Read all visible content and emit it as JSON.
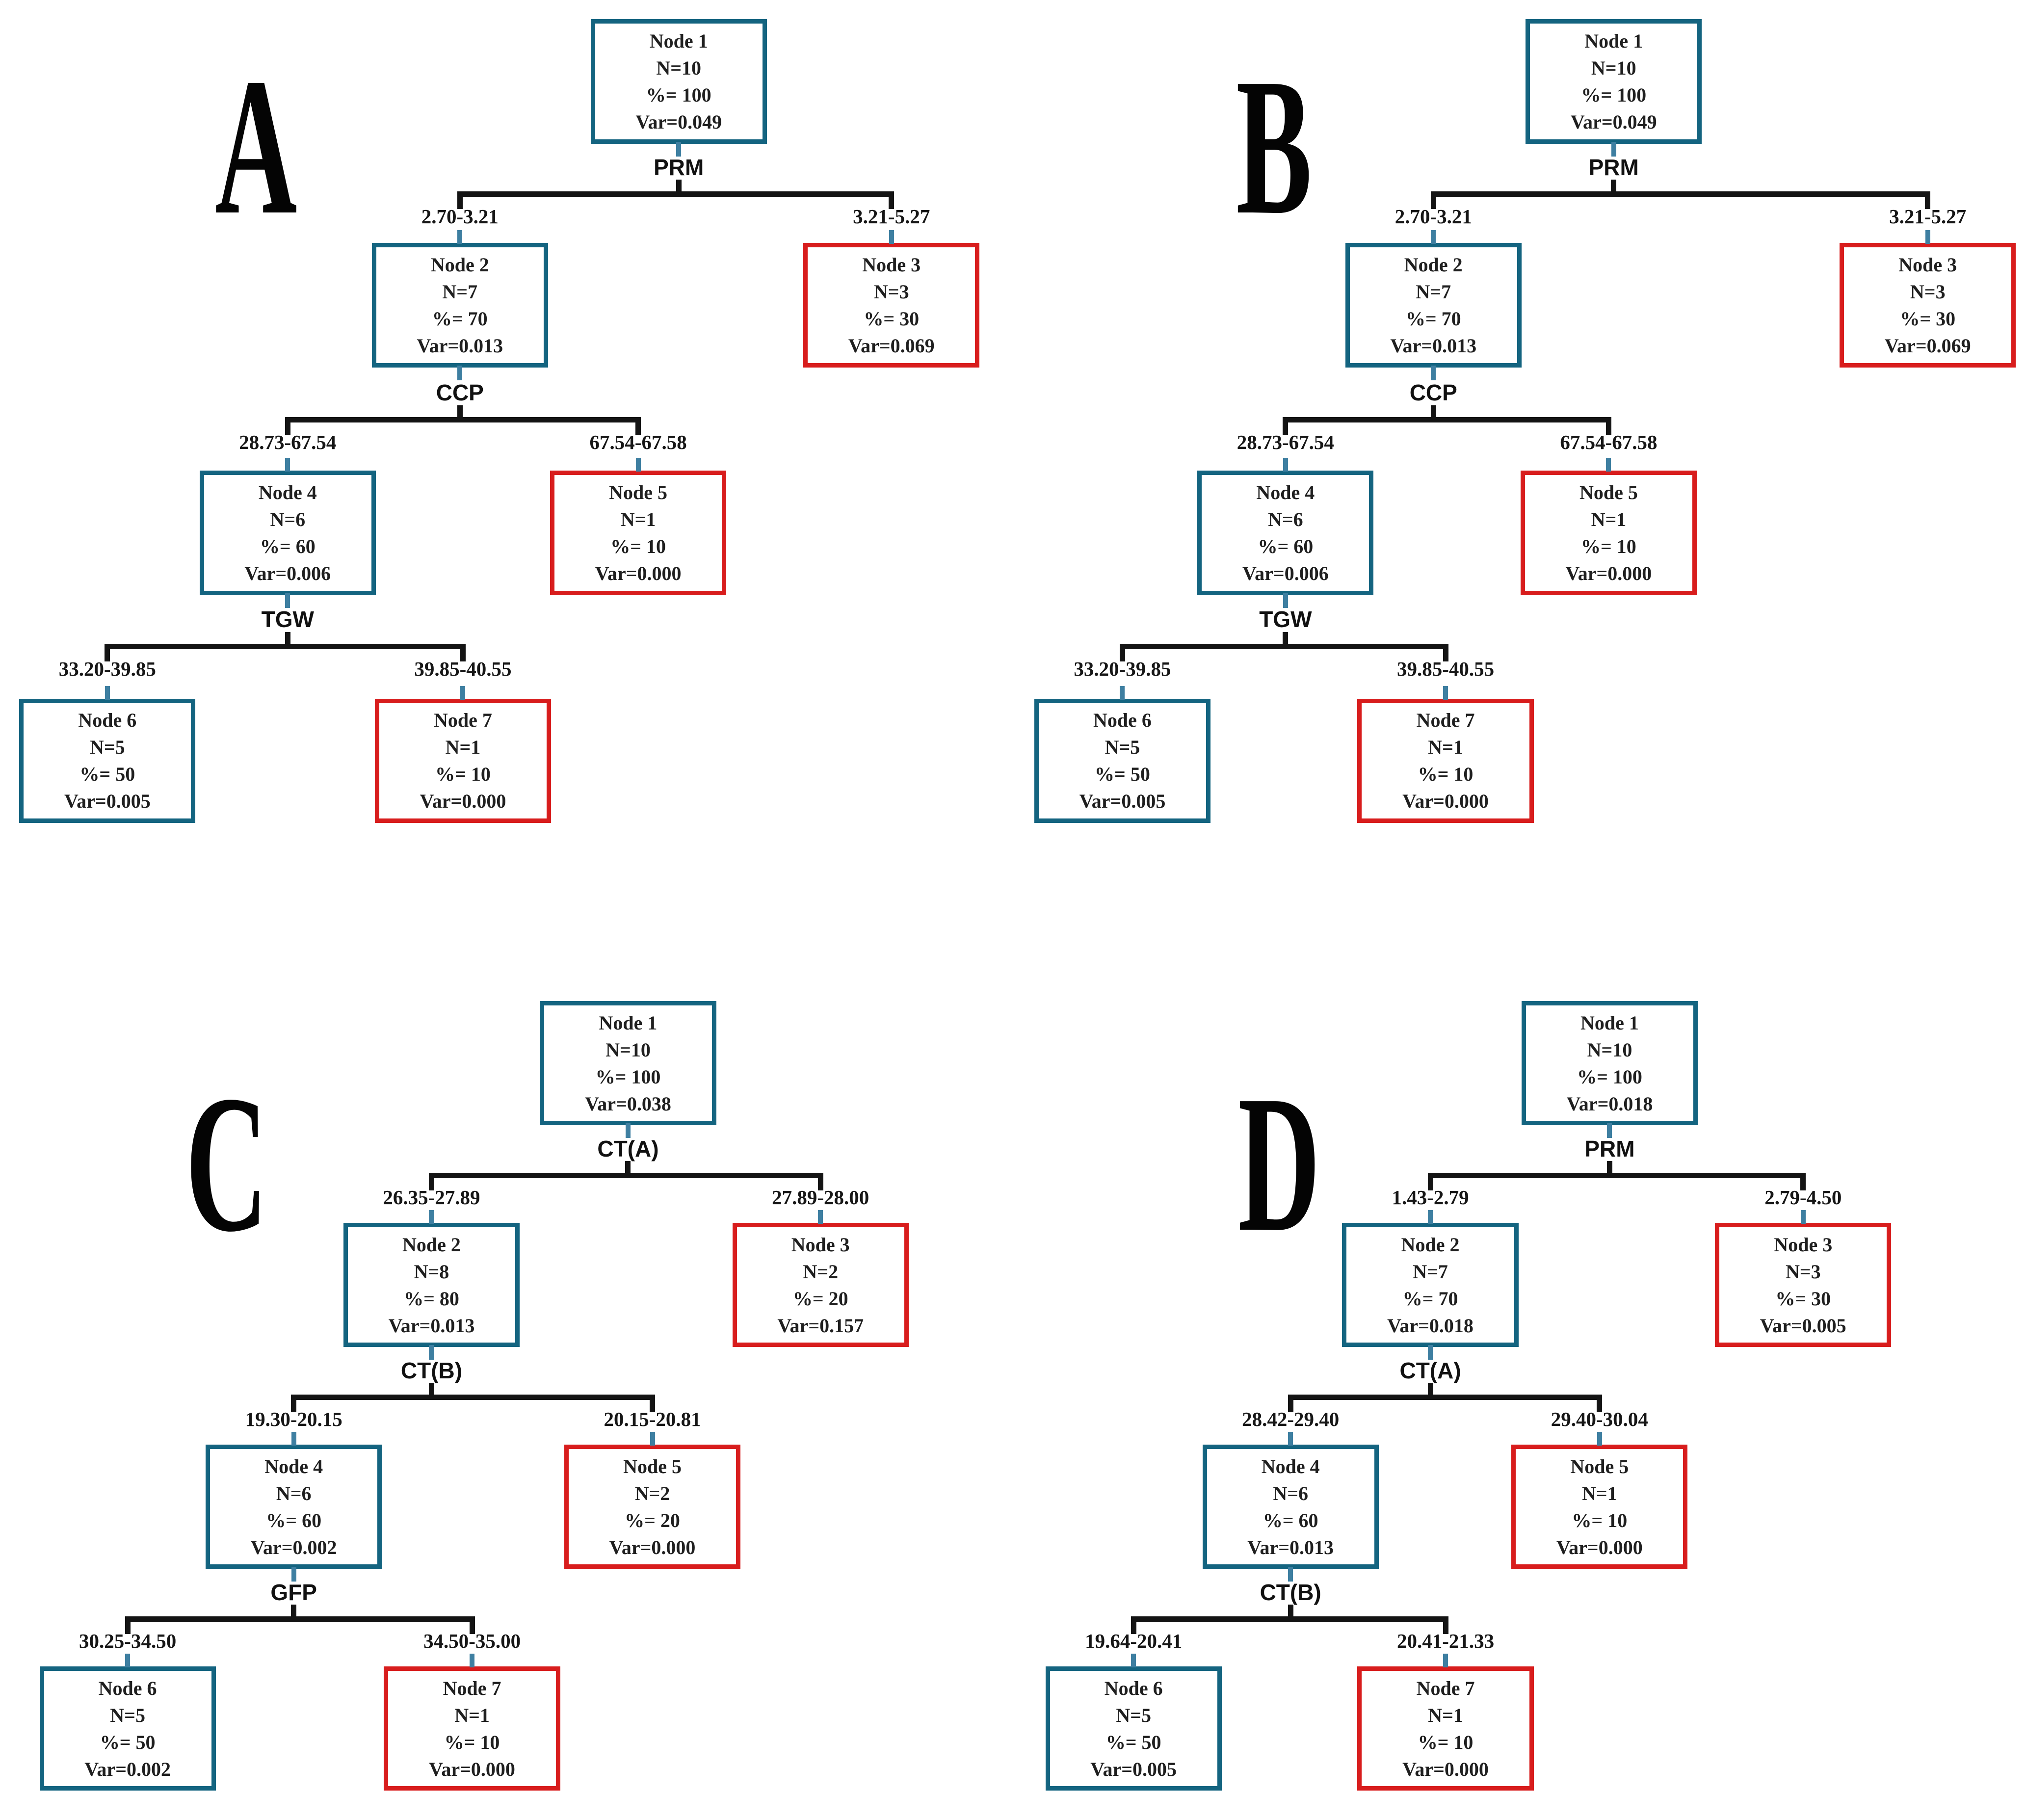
{
  "figure": {
    "colors": {
      "internal_border": "#146480",
      "terminal_border": "#d81d1d",
      "connector_blue": "#3e7fa1",
      "branch_black": "#141414",
      "text": "#1f1f1f",
      "background": "#ffffff"
    },
    "panels": [
      {
        "label": "A",
        "nodes": [
          {
            "type": "internal",
            "lines": [
              "Node 1",
              "N=10",
              "%= 100",
              "Var=0.049"
            ]
          },
          {
            "type": "internal",
            "lines": [
              "Node 2",
              "N=7",
              "%= 70",
              "Var=0.013"
            ]
          },
          {
            "type": "terminal",
            "lines": [
              "Node 3",
              "N=3",
              "%= 30",
              "Var=0.069"
            ]
          },
          {
            "type": "internal",
            "lines": [
              "Node 4",
              "N=6",
              "%= 60",
              "Var=0.006"
            ]
          },
          {
            "type": "terminal",
            "lines": [
              "Node 5",
              "N=1",
              "%= 10",
              "Var=0.000"
            ]
          },
          {
            "type": "internal",
            "lines": [
              "Node 6",
              "N=5",
              "%= 50",
              "Var=0.005"
            ]
          },
          {
            "type": "terminal",
            "lines": [
              "Node 7",
              "N=1",
              "%= 10",
              "Var=0.000"
            ]
          }
        ],
        "splits": [
          {
            "variable": "PRM",
            "left_range": "2.70-3.21",
            "right_range": "3.21-5.27"
          },
          {
            "variable": "CCP",
            "left_range": "28.73-67.54",
            "right_range": "67.54-67.58"
          },
          {
            "variable": "TGW",
            "left_range": "33.20-39.85",
            "right_range": "39.85-40.55"
          }
        ]
      },
      {
        "label": "B",
        "nodes": [
          {
            "type": "internal",
            "lines": [
              "Node 1",
              "N=10",
              "%= 100",
              "Var=0.049"
            ]
          },
          {
            "type": "internal",
            "lines": [
              "Node 2",
              "N=7",
              "%= 70",
              "Var=0.013"
            ]
          },
          {
            "type": "terminal",
            "lines": [
              "Node 3",
              "N=3",
              "%= 30",
              "Var=0.069"
            ]
          },
          {
            "type": "internal",
            "lines": [
              "Node 4",
              "N=6",
              "%= 60",
              "Var=0.006"
            ]
          },
          {
            "type": "terminal",
            "lines": [
              "Node 5",
              "N=1",
              "%= 10",
              "Var=0.000"
            ]
          },
          {
            "type": "internal",
            "lines": [
              "Node 6",
              "N=5",
              "%= 50",
              "Var=0.005"
            ]
          },
          {
            "type": "terminal",
            "lines": [
              "Node 7",
              "N=1",
              "%= 10",
              "Var=0.000"
            ]
          }
        ],
        "splits": [
          {
            "variable": "PRM",
            "left_range": "2.70-3.21",
            "right_range": "3.21-5.27"
          },
          {
            "variable": "CCP",
            "left_range": "28.73-67.54",
            "right_range": "67.54-67.58"
          },
          {
            "variable": "TGW",
            "left_range": "33.20-39.85",
            "right_range": "39.85-40.55"
          }
        ]
      },
      {
        "label": "C",
        "nodes": [
          {
            "type": "internal",
            "lines": [
              "Node 1",
              "N=10",
              "%= 100",
              "Var=0.038"
            ]
          },
          {
            "type": "internal",
            "lines": [
              "Node 2",
              "N=8",
              "%= 80",
              "Var=0.013"
            ]
          },
          {
            "type": "terminal",
            "lines": [
              "Node 3",
              "N=2",
              "%= 20",
              "Var=0.157"
            ]
          },
          {
            "type": "internal",
            "lines": [
              "Node 4",
              "N=6",
              "%= 60",
              "Var=0.002"
            ]
          },
          {
            "type": "terminal",
            "lines": [
              "Node 5",
              "N=2",
              "%= 20",
              "Var=0.000"
            ]
          },
          {
            "type": "internal",
            "lines": [
              "Node 6",
              "N=5",
              "%= 50",
              "Var=0.002"
            ]
          },
          {
            "type": "terminal",
            "lines": [
              "Node 7",
              "N=1",
              "%= 10",
              "Var=0.000"
            ]
          }
        ],
        "splits": [
          {
            "variable": "CT(A)",
            "left_range": "26.35-27.89",
            "right_range": "27.89-28.00"
          },
          {
            "variable": "CT(B)",
            "left_range": "19.30-20.15",
            "right_range": "20.15-20.81"
          },
          {
            "variable": "GFP",
            "left_range": "30.25-34.50",
            "right_range": "34.50-35.00"
          }
        ]
      },
      {
        "label": "D",
        "nodes": [
          {
            "type": "internal",
            "lines": [
              "Node 1",
              "N=10",
              "%= 100",
              "Var=0.018"
            ]
          },
          {
            "type": "internal",
            "lines": [
              "Node 2",
              "N=7",
              "%= 70",
              "Var=0.018"
            ]
          },
          {
            "type": "terminal",
            "lines": [
              "Node 3",
              "N=3",
              "%= 30",
              "Var=0.005"
            ]
          },
          {
            "type": "internal",
            "lines": [
              "Node 4",
              "N=6",
              "%= 60",
              "Var=0.013"
            ]
          },
          {
            "type": "terminal",
            "lines": [
              "Node 5",
              "N=1",
              "%= 10",
              "Var=0.000"
            ]
          },
          {
            "type": "internal",
            "lines": [
              "Node 6",
              "N=5",
              "%= 50",
              "Var=0.005"
            ]
          },
          {
            "type": "terminal",
            "lines": [
              "Node 7",
              "N=1",
              "%= 10",
              "Var=0.000"
            ]
          }
        ],
        "splits": [
          {
            "variable": "PRM",
            "left_range": "1.43-2.79",
            "right_range": "2.79-4.50"
          },
          {
            "variable": "CT(A)",
            "left_range": "28.42-29.40",
            "right_range": "29.40-30.04"
          },
          {
            "variable": "CT(B)",
            "left_range": "19.64-20.41",
            "right_range": "20.41-21.33"
          }
        ]
      }
    ]
  }
}
